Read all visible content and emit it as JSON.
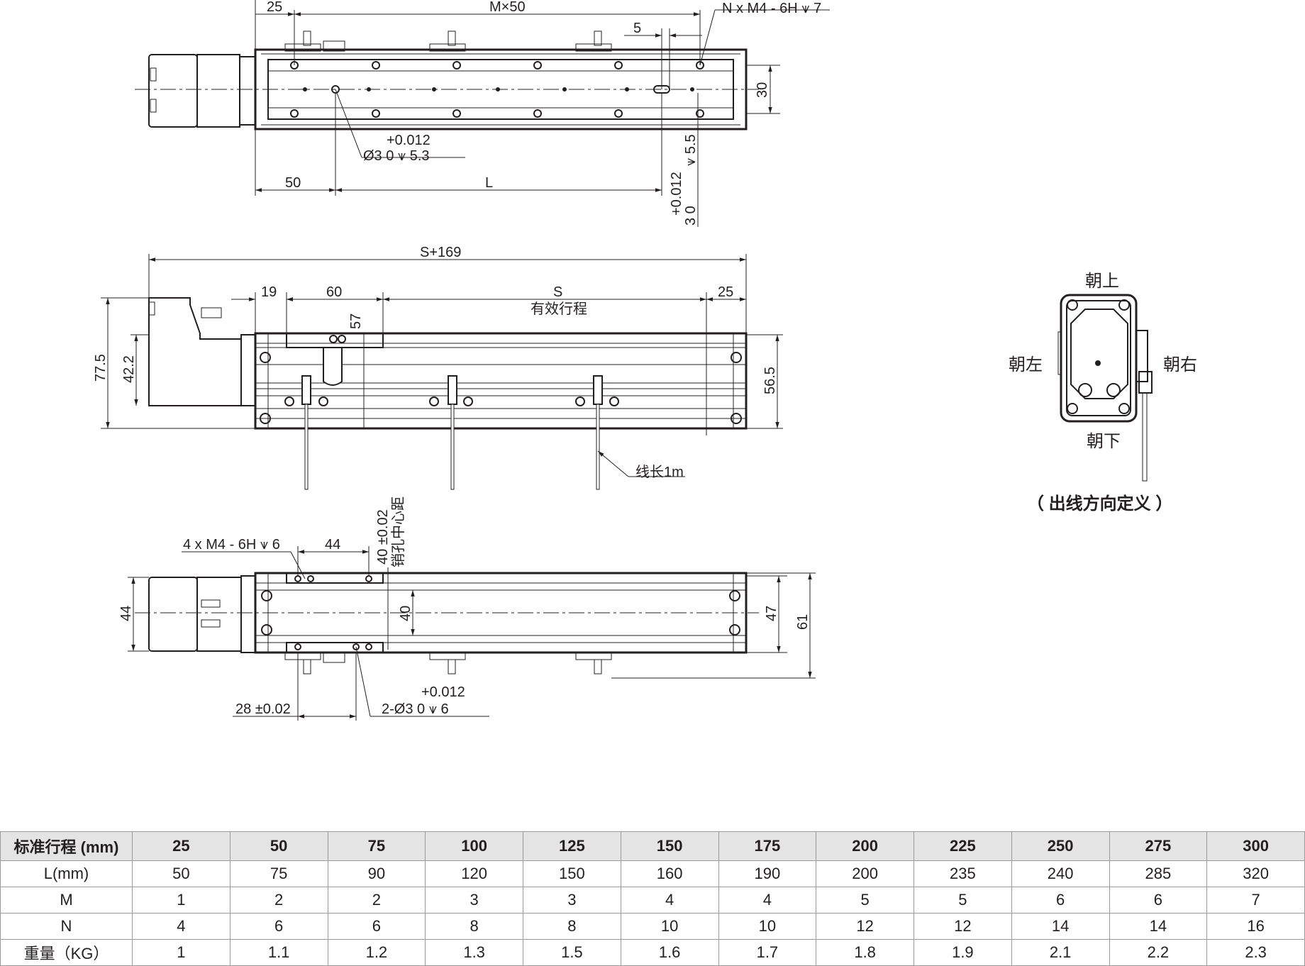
{
  "drawing": {
    "top_view": {
      "dim_25": "25",
      "dim_mx50": "M×50",
      "dim_nx": "N x  M4 - 6H ⩛ 7",
      "dim_5": "5",
      "dim_30": "30",
      "dim_pin_tol": "+0.012",
      "dim_pin": "Ø3   0      ⩛ 5.3",
      "dim_50": "50",
      "dim_L": "L",
      "dim_slot_depth": "⩛ 5.5",
      "dim_slot_tol": "+0.012",
      "dim_slot_3": "3   0"
    },
    "side_view": {
      "dim_s169": "S+169",
      "dim_19": "19",
      "dim_60": "60",
      "dim_S": "S",
      "label_stroke": "有效行程",
      "dim_25": "25",
      "dim_57": "57",
      "dim_77_5": "77.5",
      "dim_42_2": "42.2",
      "dim_56_5": "56.5",
      "label_cable": "线长1m"
    },
    "bottom_view": {
      "dim_4x": "4 x  M4 - 6H ⩛ 6",
      "dim_44_top": "44",
      "dim_40_tol": "40  ±0.02",
      "label_pin_center": "销孔中心距",
      "dim_40": "40",
      "dim_44_left": "44",
      "dim_47": "47",
      "dim_61": "61",
      "dim_28": "28  ±0.02",
      "dim_2x_tol": "+0.012",
      "dim_2x": "2-Ø3   0       ⩛ 6"
    },
    "end_view": {
      "up": "朝上",
      "down": "朝下",
      "left": "朝左",
      "right": "朝右",
      "caption": "（ 出线方向定义 ）"
    }
  },
  "spec_table": {
    "header_label": "标准行程 (mm)",
    "strokes": [
      "25",
      "50",
      "75",
      "100",
      "125",
      "150",
      "175",
      "200",
      "225",
      "250",
      "275",
      "300"
    ],
    "rows": [
      {
        "label": "L(mm)",
        "values": [
          "50",
          "75",
          "90",
          "120",
          "150",
          "160",
          "190",
          "200",
          "235",
          "240",
          "285",
          "320"
        ]
      },
      {
        "label": "M",
        "values": [
          "1",
          "2",
          "2",
          "3",
          "3",
          "4",
          "4",
          "5",
          "5",
          "6",
          "6",
          "7"
        ]
      },
      {
        "label": "N",
        "values": [
          "4",
          "6",
          "6",
          "8",
          "8",
          "10",
          "10",
          "12",
          "12",
          "14",
          "14",
          "16"
        ]
      },
      {
        "label": "重量（KG）",
        "values": [
          "1",
          "1.1",
          "1.2",
          "1.3",
          "1.5",
          "1.6",
          "1.7",
          "1.8",
          "1.9",
          "2.1",
          "2.2",
          "2.3"
        ]
      }
    ]
  }
}
